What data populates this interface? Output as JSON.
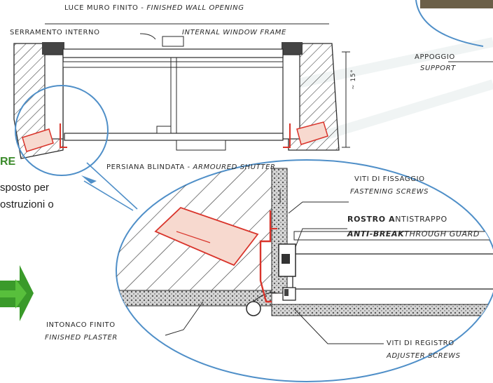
{
  "top_label": {
    "it": "LUCE MURO FINITO",
    "sep": " - ",
    "en": "FINISHED WALL OPENING"
  },
  "window_frame": {
    "it": "SERRAMENTO INTERNO",
    "en": "INTERNAL WINDOW FRAME"
  },
  "shutter": {
    "it": "PERSIANA BLINDATA",
    "sep": " - ",
    "en": "ARMOURED SHUTTER"
  },
  "support": {
    "it": "APPOGGIO",
    "en": "SUPPORT"
  },
  "fastening": {
    "it": "VITI DI FISSAGGIO",
    "en": "FASTENING SCREWS"
  },
  "guard": {
    "it_bold": "ROSTRO A",
    "it_rest": "NTISTRAPPO",
    "en_bold": "ANTI-BREAK",
    "en_rest": "THROUGH GUARD"
  },
  "plaster": {
    "it": "INTONACO FINITO",
    "en": "FINISHED PLASTER"
  },
  "adjuster": {
    "it": "VITI DI REGISTRO",
    "en": "ADJUSTER SCREWS"
  },
  "dimension": "~ 15°",
  "side_panel": {
    "title": "RE",
    "line1": "sposto per",
    "line2": "ostruzioni o"
  },
  "colors": {
    "red": "#d9342b",
    "blue": "#4f8fc8",
    "green": "#3a9a2a",
    "line": "#2a2a2a"
  }
}
